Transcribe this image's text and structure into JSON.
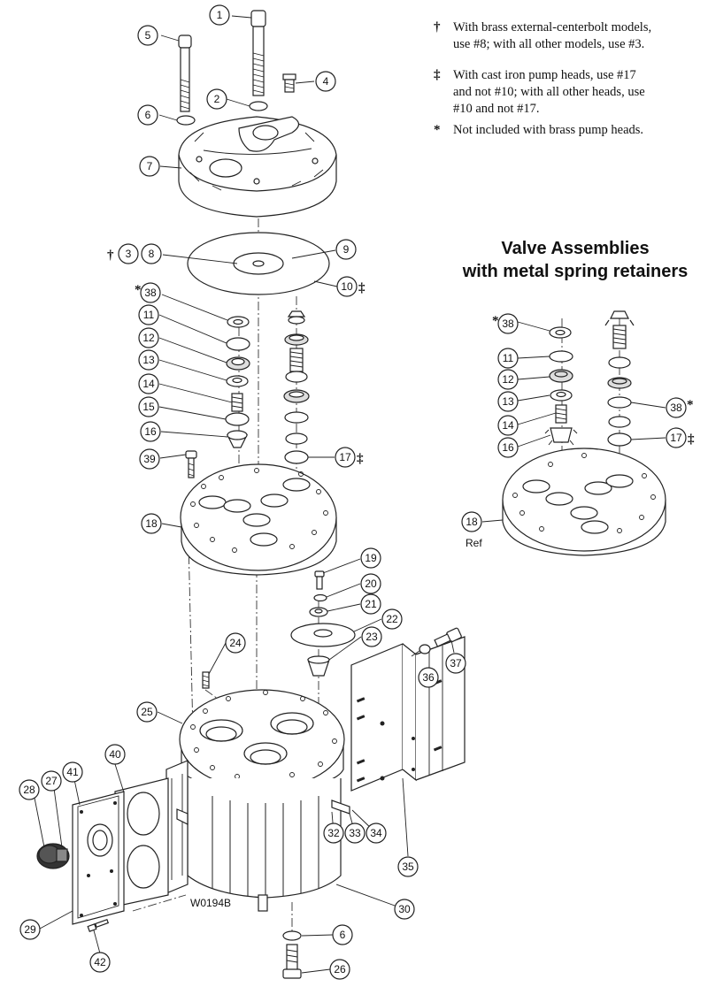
{
  "notes": [
    {
      "symbol": "†",
      "text": "With brass external-centerbolt models,\nuse #8; with all other models, use #3."
    },
    {
      "symbol": "‡",
      "text": "With cast iron pump heads, use #17\nand not #10; with all other heads, use\n#10 and not #17."
    },
    {
      "symbol": "*",
      "text": "Not included with brass pump heads."
    }
  ],
  "valve_title_line1": "Valve Assemblies",
  "valve_title_line2": "with metal spring retainers",
  "drawing_code": "W0194B",
  "ref_label": "Ref",
  "callouts": {
    "c1": "1",
    "c2": "2",
    "c3": "3",
    "c4": "4",
    "c5": "5",
    "c6a": "6",
    "c6b": "6",
    "c7": "7",
    "c8": "8",
    "c9": "9",
    "c10": "10",
    "c11a": "11",
    "c11b": "11",
    "c12a": "12",
    "c12b": "12",
    "c13a": "13",
    "c13b": "13",
    "c14a": "14",
    "c14b": "14",
    "c15": "15",
    "c16a": "16",
    "c16b": "16",
    "c17a": "17",
    "c17b": "17",
    "c18a": "18",
    "c18b": "18",
    "c19": "19",
    "c20": "20",
    "c21": "21",
    "c22": "22",
    "c23": "23",
    "c24": "24",
    "c25": "25",
    "c26": "26",
    "c27": "27",
    "c28": "28",
    "c29": "29",
    "c30": "30",
    "c32": "32",
    "c33": "33",
    "c34": "34",
    "c35": "35",
    "c36": "36",
    "c37": "37",
    "c38a": "38",
    "c38b": "38",
    "c38c": "38",
    "c39": "39",
    "c40": "40",
    "c41": "41",
    "c42": "42"
  },
  "marks": {
    "dagger_3": "†",
    "ddagger_10": "‡",
    "ddagger_17a": "‡",
    "ddagger_17b": "‡",
    "star_38a": "*",
    "star_38b": "*",
    "star_38c": "*"
  }
}
